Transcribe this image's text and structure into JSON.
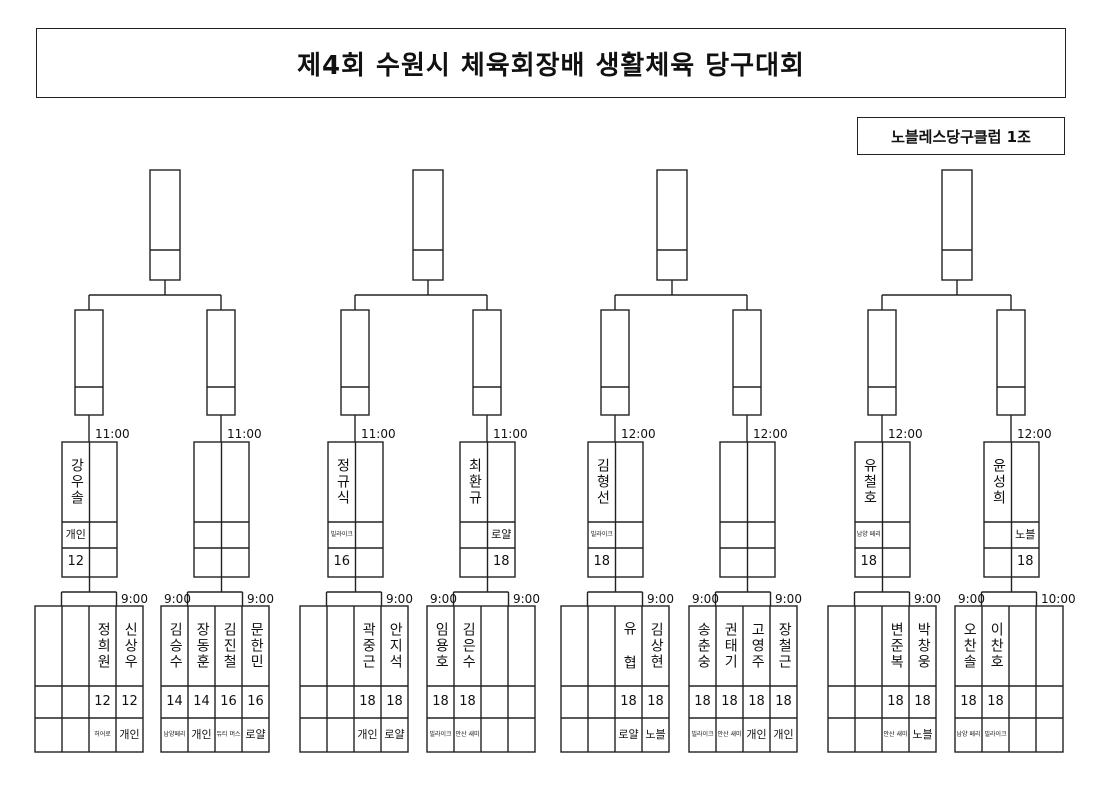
{
  "title": "제4회 수원시 체육회장배 생활체육 당구대회",
  "group_label": "노블레스당구클럽 1조",
  "semi_players": [
    {
      "name": "강우솔",
      "club": "개인",
      "score": "12",
      "time": "11:00"
    },
    {
      "name": "",
      "club": "",
      "score": "",
      "time": "11:00"
    },
    {
      "name": "정규식",
      "club": "빌라이크",
      "score": "16",
      "time": "11:00"
    },
    {
      "name": "최환규",
      "club": "로얄",
      "score": "18",
      "time": "11:00"
    },
    {
      "name": "김형선",
      "club": "빌라이크",
      "score": "18",
      "time": "12:00"
    },
    {
      "name": "",
      "club": "",
      "score": "",
      "time": "12:00"
    },
    {
      "name": "유철호",
      "club": "남양 페리",
      "score": "18",
      "time": "12:00"
    },
    {
      "name": "윤성희",
      "club": "노블",
      "score": "18",
      "time": "12:00"
    }
  ],
  "first_round_times": [
    "9:00",
    "9:00",
    "9:00",
    "9:00",
    "9:00",
    "9:00",
    "9:00",
    "9:00",
    "9:00",
    "9:00",
    "9:00",
    "10:00"
  ],
  "first_round_players": [
    {
      "name": "",
      "score": "",
      "club": ""
    },
    {
      "name": "",
      "score": "",
      "club": ""
    },
    {
      "name": "정희원",
      "score": "12",
      "club": "허어로"
    },
    {
      "name": "신상우",
      "score": "12",
      "club": "개인"
    },
    {
      "name": "김승수",
      "score": "14",
      "club": "남양페리"
    },
    {
      "name": "장동훈",
      "score": "14",
      "club": "개인"
    },
    {
      "name": "김진철",
      "score": "16",
      "club": "듀티 머스"
    },
    {
      "name": "문한민",
      "score": "16",
      "club": "로얄"
    },
    {
      "name": "",
      "score": "",
      "club": ""
    },
    {
      "name": "",
      "score": "",
      "club": ""
    },
    {
      "name": "곽중근",
      "score": "18",
      "club": "개인"
    },
    {
      "name": "안지석",
      "score": "18",
      "club": "로얄"
    },
    {
      "name": "임용호",
      "score": "18",
      "club": "빌라이크"
    },
    {
      "name": "김은수",
      "score": "18",
      "club": "안산 새미"
    },
    {
      "name": "",
      "score": "",
      "club": ""
    },
    {
      "name": "",
      "score": "",
      "club": ""
    },
    {
      "name": "",
      "score": "",
      "club": ""
    },
    {
      "name": "",
      "score": "",
      "club": ""
    },
    {
      "name": "유 협",
      "score": "18",
      "club": "로얄"
    },
    {
      "name": "김상현",
      "score": "18",
      "club": "노블"
    },
    {
      "name": "송춘숭",
      "score": "18",
      "club": "빌라이크"
    },
    {
      "name": "권태기",
      "score": "18",
      "club": "안산 새미"
    },
    {
      "name": "고영주",
      "score": "18",
      "club": "개인"
    },
    {
      "name": "장철근",
      "score": "18",
      "club": "개인"
    },
    {
      "name": "",
      "score": "",
      "club": ""
    },
    {
      "name": "",
      "score": "",
      "club": ""
    },
    {
      "name": "변준복",
      "score": "18",
      "club": "안산 새미"
    },
    {
      "name": "박창웅",
      "score": "18",
      "club": "노블"
    },
    {
      "name": "오찬솔",
      "score": "18",
      "club": "남양 페리"
    },
    {
      "name": "이찬호",
      "score": "18",
      "club": "빌라이크"
    },
    {
      "name": "",
      "score": "",
      "club": ""
    },
    {
      "name": "",
      "score": "",
      "club": ""
    }
  ]
}
